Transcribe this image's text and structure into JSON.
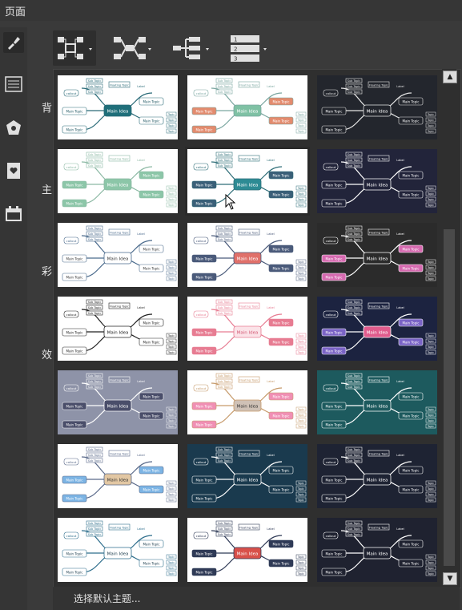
{
  "title": "页面",
  "sidebar": {
    "items": [
      {
        "name": "style-brush-icon"
      },
      {
        "name": "outline-list-icon"
      },
      {
        "name": "map-marker-icon"
      },
      {
        "name": "bookmark-heart-icon"
      },
      {
        "name": "calendar-icon"
      }
    ]
  },
  "sections": {
    "background": "背",
    "theme": "主",
    "color": "彩",
    "effect": "效"
  },
  "layout_options": [
    {
      "name": "mind-map-layout"
    },
    {
      "name": "logic-chart-layout"
    },
    {
      "name": "tree-layout"
    },
    {
      "name": "numbered-list-layout",
      "numbers": [
        "1",
        "2",
        "3"
      ]
    }
  ],
  "theme_text": {
    "main_idea": "Main Idea",
    "main_topic": "Main Topic",
    "sub_topic": "Sub Topic",
    "topic": "Topic",
    "callout": "callout",
    "callout_cap": "Callout",
    "floating_topic": "Floating Topic",
    "label": "Label",
    "floating_item": "FloatingTopic"
  },
  "themes": [
    {
      "id": 1,
      "bg": "#ffffff",
      "line": "#2a6b78",
      "center": "#1f6f7a",
      "centerText": "#ffffff",
      "topic": "#ffffff",
      "topicText": "#1d5560"
    },
    {
      "id": 2,
      "bg": "#ffffff",
      "line": "#7aa6a0",
      "center": "#7fc1a4",
      "centerText": "#ffffff",
      "topic": "#e38b6e",
      "topicText": "#ffffff"
    },
    {
      "id": 3,
      "bg": "#23262d",
      "line": "#e6e6e6",
      "center": "#23262d",
      "centerText": "#ffffff",
      "topic": "#23262d",
      "topicText": "#ffffff"
    },
    {
      "id": 4,
      "bg": "#ffffff",
      "line": "#8cb9a4",
      "center": "#8cc6a8",
      "centerText": "#ffffff",
      "topic": "#8cc6a8",
      "topicText": "#ffffff"
    },
    {
      "id": 5,
      "bg": "#ffffff",
      "line": "#2f6e78",
      "center": "#2d8b94",
      "centerText": "#ffffff",
      "topic": "#3a5f78",
      "topicText": "#ffffff"
    },
    {
      "id": 6,
      "bg": "#22243a",
      "line": "#ffffff",
      "center": "#22243a",
      "centerText": "#ffffff",
      "topic": "#22243a",
      "topicText": "#ffffff"
    },
    {
      "id": 7,
      "bg": "#ffffff",
      "line": "#4a6a8c",
      "center": "#ffffff",
      "centerText": "#333333",
      "topic": "#ffffff",
      "topicText": "#333333"
    },
    {
      "id": 8,
      "bg": "#ffffff",
      "line": "#4a5a7a",
      "center": "#e0706a",
      "centerText": "#ffffff",
      "topic": "#4a5a7a",
      "topicText": "#ffffff"
    },
    {
      "id": 9,
      "bg": "#2b2b2b",
      "line": "#ffffff",
      "center": "#2b2b2b",
      "centerText": "#ffffff",
      "topic": "#d66ab0",
      "topicText": "#ffffff"
    },
    {
      "id": 10,
      "bg": "#ffffff",
      "line": "#222222",
      "center": "#ffffff",
      "centerText": "#222222",
      "topic": "#ffffff",
      "topicText": "#222222"
    },
    {
      "id": 11,
      "bg": "#ffffff",
      "line": "#e77c92",
      "center": "#fbe3e8",
      "centerText": "#d35a75",
      "topic": "#e77c92",
      "topicText": "#ffffff"
    },
    {
      "id": 12,
      "bg": "#1c2340",
      "line": "#ffffff",
      "center": "#e05b8c",
      "centerText": "#ffffff",
      "topic": "#7a64c6",
      "topicText": "#ffffff"
    },
    {
      "id": 13,
      "bg": "#8e93a8",
      "line": "#ffffff",
      "center": "#4a4e6a",
      "centerText": "#ffffff",
      "topic": "#4a4e6a",
      "topicText": "#ffffff"
    },
    {
      "id": 14,
      "bg": "#ffffff",
      "line": "#c69a6a",
      "center": "#cfc1b6",
      "centerText": "#333333",
      "topic": "#f08fb4",
      "topicText": "#ffffff"
    },
    {
      "id": 15,
      "bg": "#1d5a5e",
      "line": "#ffffff",
      "center": "#1d5a5e",
      "centerText": "#ffffff",
      "topic": "#1d5a5e",
      "topicText": "#ffffff"
    },
    {
      "id": 16,
      "bg": "#ffffff",
      "line": "#5a6a8a",
      "center": "#e2c7a3",
      "centerText": "#333333",
      "topic": "#7cb4e4",
      "topicText": "#ffffff"
    },
    {
      "id": 17,
      "bg": "#1a3a4e",
      "line": "#ffffff",
      "center": "#1a3a4e",
      "centerText": "#ffffff",
      "topic": "#1a3a4e",
      "topicText": "#ffffff"
    },
    {
      "id": 18,
      "bg": "#1e2333",
      "line": "#ffffff",
      "center": "#1e2333",
      "centerText": "#ffffff",
      "topic": "#1e2333",
      "topicText": "#ffffff"
    },
    {
      "id": 19,
      "bg": "#ffffff",
      "line": "#2e6e8c",
      "center": "#ffffff",
      "centerText": "#1b3b4c",
      "topic": "#ffffff",
      "topicText": "#1b3b4c"
    },
    {
      "id": 20,
      "bg": "#ffffff",
      "line": "#2f3a56",
      "center": "#d8504a",
      "centerText": "#ffffff",
      "topic": "#2f3a56",
      "topicText": "#ffffff"
    },
    {
      "id": 21,
      "bg": "#1f2230",
      "line": "#ffffff",
      "center": "#1f2230",
      "centerText": "#ffffff",
      "topic": "#1f2230",
      "topicText": "#ffffff"
    }
  ],
  "footer": {
    "label": "选择默认主题..."
  },
  "scroll": {
    "up": "▲",
    "down": "▼"
  }
}
